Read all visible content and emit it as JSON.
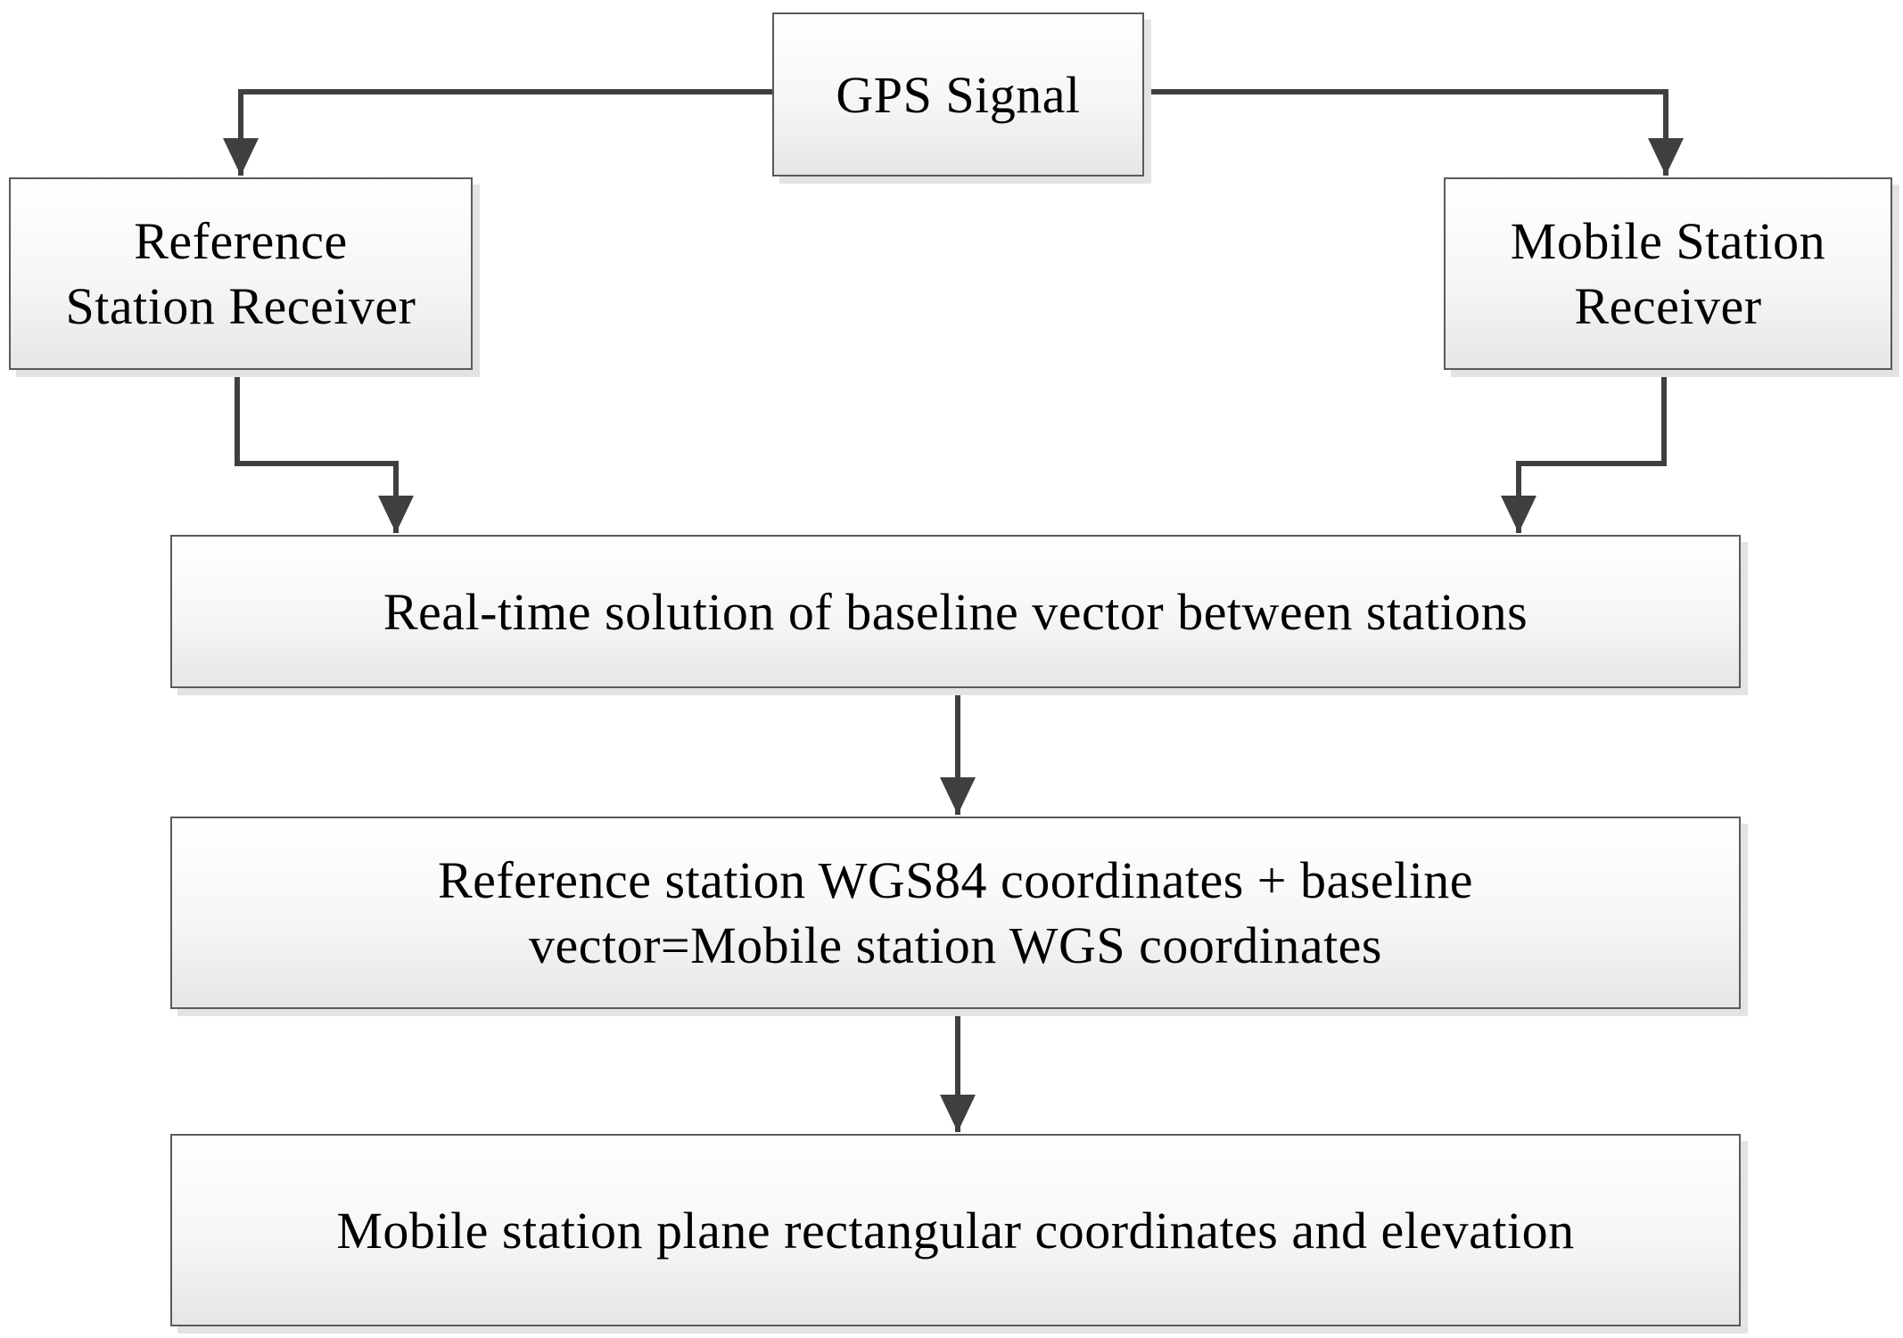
{
  "diagram": {
    "nodes": {
      "gps_signal": "GPS Signal",
      "reference_receiver": "Reference\nStation Receiver",
      "mobile_receiver": "Mobile Station\nReceiver",
      "baseline_solution": "Real-time solution of baseline vector between stations",
      "wgs_coordinates": "Reference station WGS84 coordinates + baseline\nvector=Mobile station WGS coordinates",
      "plane_coordinates": "Mobile station plane rectangular coordinates and elevation"
    },
    "edges": [
      {
        "from": "gps_signal",
        "to": "reference_receiver"
      },
      {
        "from": "gps_signal",
        "to": "mobile_receiver"
      },
      {
        "from": "reference_receiver",
        "to": "baseline_solution"
      },
      {
        "from": "mobile_receiver",
        "to": "baseline_solution"
      },
      {
        "from": "baseline_solution",
        "to": "wgs_coordinates"
      },
      {
        "from": "wgs_coordinates",
        "to": "plane_coordinates"
      }
    ],
    "colors": {
      "connector": "#3f3f3f",
      "box_border": "#5a5a5a",
      "box_fill_top": "#ffffff",
      "box_fill_bottom": "#e6e6e6"
    }
  }
}
